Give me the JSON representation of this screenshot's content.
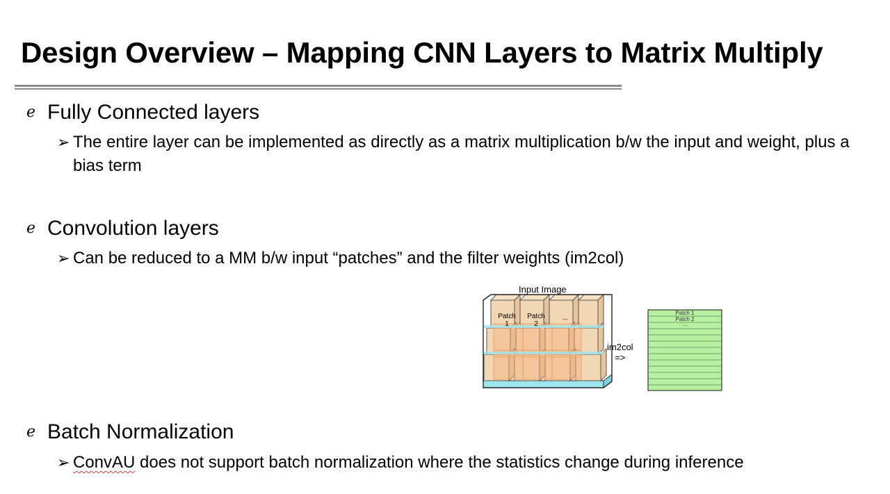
{
  "title": "Design Overview – Mapping CNN Layers to Matrix Multiply",
  "bullet_glyph_l1": "ℯ",
  "bullet_glyph_l2": "➢",
  "sections": [
    {
      "heading": "Fully Connected layers",
      "sub": "The entire layer can be implemented as directly as a matrix multiplication b/w the input and weight, plus a bias term"
    },
    {
      "heading": "Convolution layers",
      "sub": "Can be reduced to a MM b/w input “patches” and the filter weights (im2col)"
    },
    {
      "heading": "Batch Normalization",
      "sub_highlight": "ConvAU",
      "sub_rest": " does not support batch normalization where the statistics change during inference"
    }
  ],
  "figure": {
    "caption": "Input Image",
    "patch_labels": [
      "Patch\n1",
      "Patch\n2",
      "..."
    ],
    "arrow_label_1": "im2col",
    "arrow_label_2": "=>",
    "matrix_rows": [
      "Patch 1",
      "Patch 2",
      "..."
    ],
    "colors": {
      "cube_face": "#f2d7b4",
      "cube_base": "#9ee7ef",
      "patch_highlight": "#f6b07a",
      "matrix_fill": "#b7f0a0"
    }
  }
}
